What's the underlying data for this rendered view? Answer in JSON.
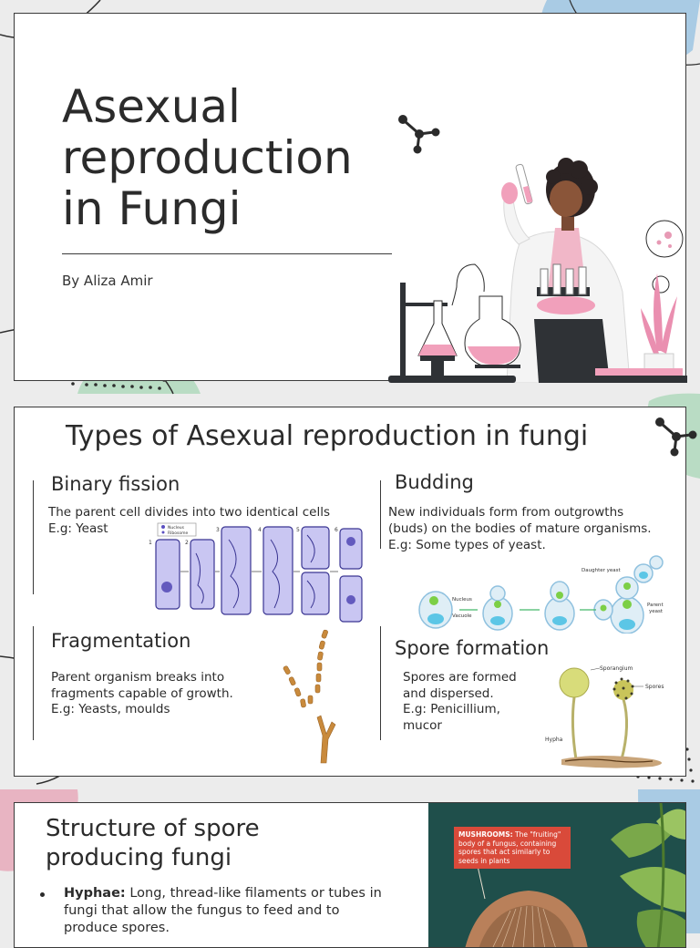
{
  "slide1": {
    "title": "Asexual reproduction in Fungi",
    "author": "By Aliza Amir"
  },
  "slide2": {
    "title": "Types of Asexual reproduction in fungi",
    "binary": {
      "heading": "Binary fission",
      "line1": "The parent cell divides into two identical cells",
      "line2": "E.g: Yeast",
      "step_labels": [
        "1",
        "2",
        "3",
        "4",
        "5",
        "6"
      ],
      "legend": [
        "Nucleus",
        "Ribosome"
      ]
    },
    "budding": {
      "heading": "Budding",
      "line1": "New individuals form from outgrowths",
      "line2": "(buds) on the bodies of mature organisms.",
      "line3": "E.g: Some types of yeast.",
      "labels": {
        "daughter": "Daughter yeast",
        "nucleus": "Nucleus",
        "vacuole": "Vacuole",
        "parent1": "Parent",
        "parent2": "yeast"
      }
    },
    "fragmentation": {
      "heading": "Fragmentation",
      "line1": "Parent organism breaks into",
      "line2": "fragments capable of growth.",
      "line3": "E.g: Yeasts, moulds"
    },
    "spore": {
      "heading": "Spore formation",
      "line1": "Spores are formed",
      "line2": "and dispersed.",
      "line3": "E.g: Penicillium,",
      "line4": "mucor",
      "labels": {
        "sporangium": "Sporangium",
        "spores": "Spores",
        "hypha": "Hypha"
      }
    }
  },
  "slide3": {
    "title": "Structure of spore producing fungi",
    "bullet_term": "Hyphae:",
    "bullet_text": " Long, thread-like filaments or tubes in fungi that allow the fungus to feed and to produce spores.",
    "mushroom_label_term": "MUSHROOMS:",
    "mushroom_label_text": " The \"fruiting\" body of a fungus, containing spores that act similarly to seeds in plants"
  },
  "colors": {
    "blue_blob": "#a9cbe4",
    "green_blob": "#b9dcc4",
    "pink_blob": "#e8b4c2",
    "cell_fill": "#c9c6f2",
    "accent_pink": "#e79ab5"
  }
}
